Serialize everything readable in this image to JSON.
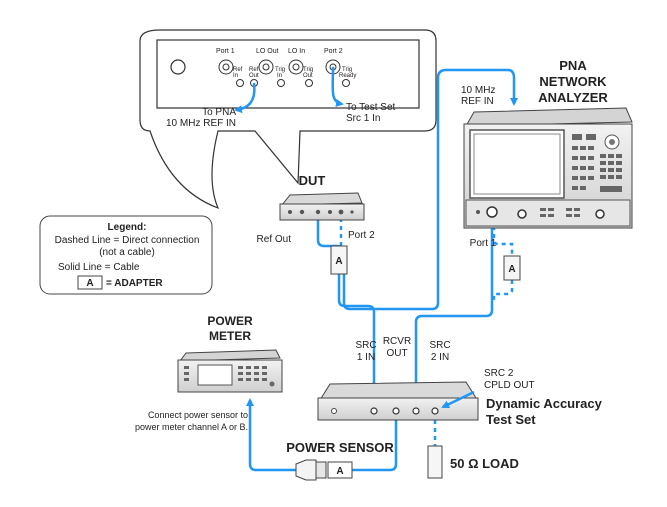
{
  "callout": {
    "port1": "Port 1",
    "lo_out": "LO Out",
    "lo_in": "LO In",
    "port2": "Port 2",
    "ref_in_a": "Ref",
    "ref_in_b": "In",
    "ref_out_a": "Ref",
    "ref_out_b": "Out",
    "trig_in_a": "Trig",
    "trig_in_b": "In",
    "trig_out_a": "Trig",
    "trig_out_b": "Out",
    "trig_ready_a": "Trig",
    "trig_ready_b": "Ready",
    "to_pna_1": "To PNA",
    "to_pna_2": "10 MHz REF IN",
    "to_test_set_1": "To Test Set",
    "to_test_set_2": "Src 1 In"
  },
  "dut": {
    "title": "DUT",
    "ref_out": "Ref Out",
    "port2": "Port 2",
    "adapter": "A"
  },
  "pna": {
    "title_1": "PNA",
    "title_2": "NETWORK",
    "title_3": "ANALYZER",
    "ref_in_1": "10 MHz",
    "ref_in_2": "REF IN",
    "port1": "Port 1",
    "adapter": "A"
  },
  "legend": {
    "title": "Legend:",
    "dashed_1": "Dashed Line = Direct connection",
    "dashed_2": "(not a cable)",
    "solid": "Solid Line = Cable",
    "adapter_box": "A",
    "adapter_text": "= ADAPTER"
  },
  "power_meter": {
    "title_1": "POWER",
    "title_2": "METER",
    "note_1": "Connect power sensor to",
    "note_2": "power meter channel A or B."
  },
  "test_set": {
    "src1_1": "SRC",
    "src1_2": "1 IN",
    "rcvr_1": "RCVR",
    "rcvr_2": "OUT",
    "src2_1": "SRC",
    "src2_2": "2 IN",
    "cpld_1": "SRC 2",
    "cpld_2": "CPLD OUT",
    "title_1": "Dynamic Accuracy",
    "title_2": "Test Set"
  },
  "sensor": {
    "label": "POWER SENSOR",
    "adapter": "A"
  },
  "load": {
    "label": "50 Ω LOAD"
  },
  "colors": {
    "cable": "#2196f3",
    "instrument": "#555555",
    "text": "#222222"
  }
}
